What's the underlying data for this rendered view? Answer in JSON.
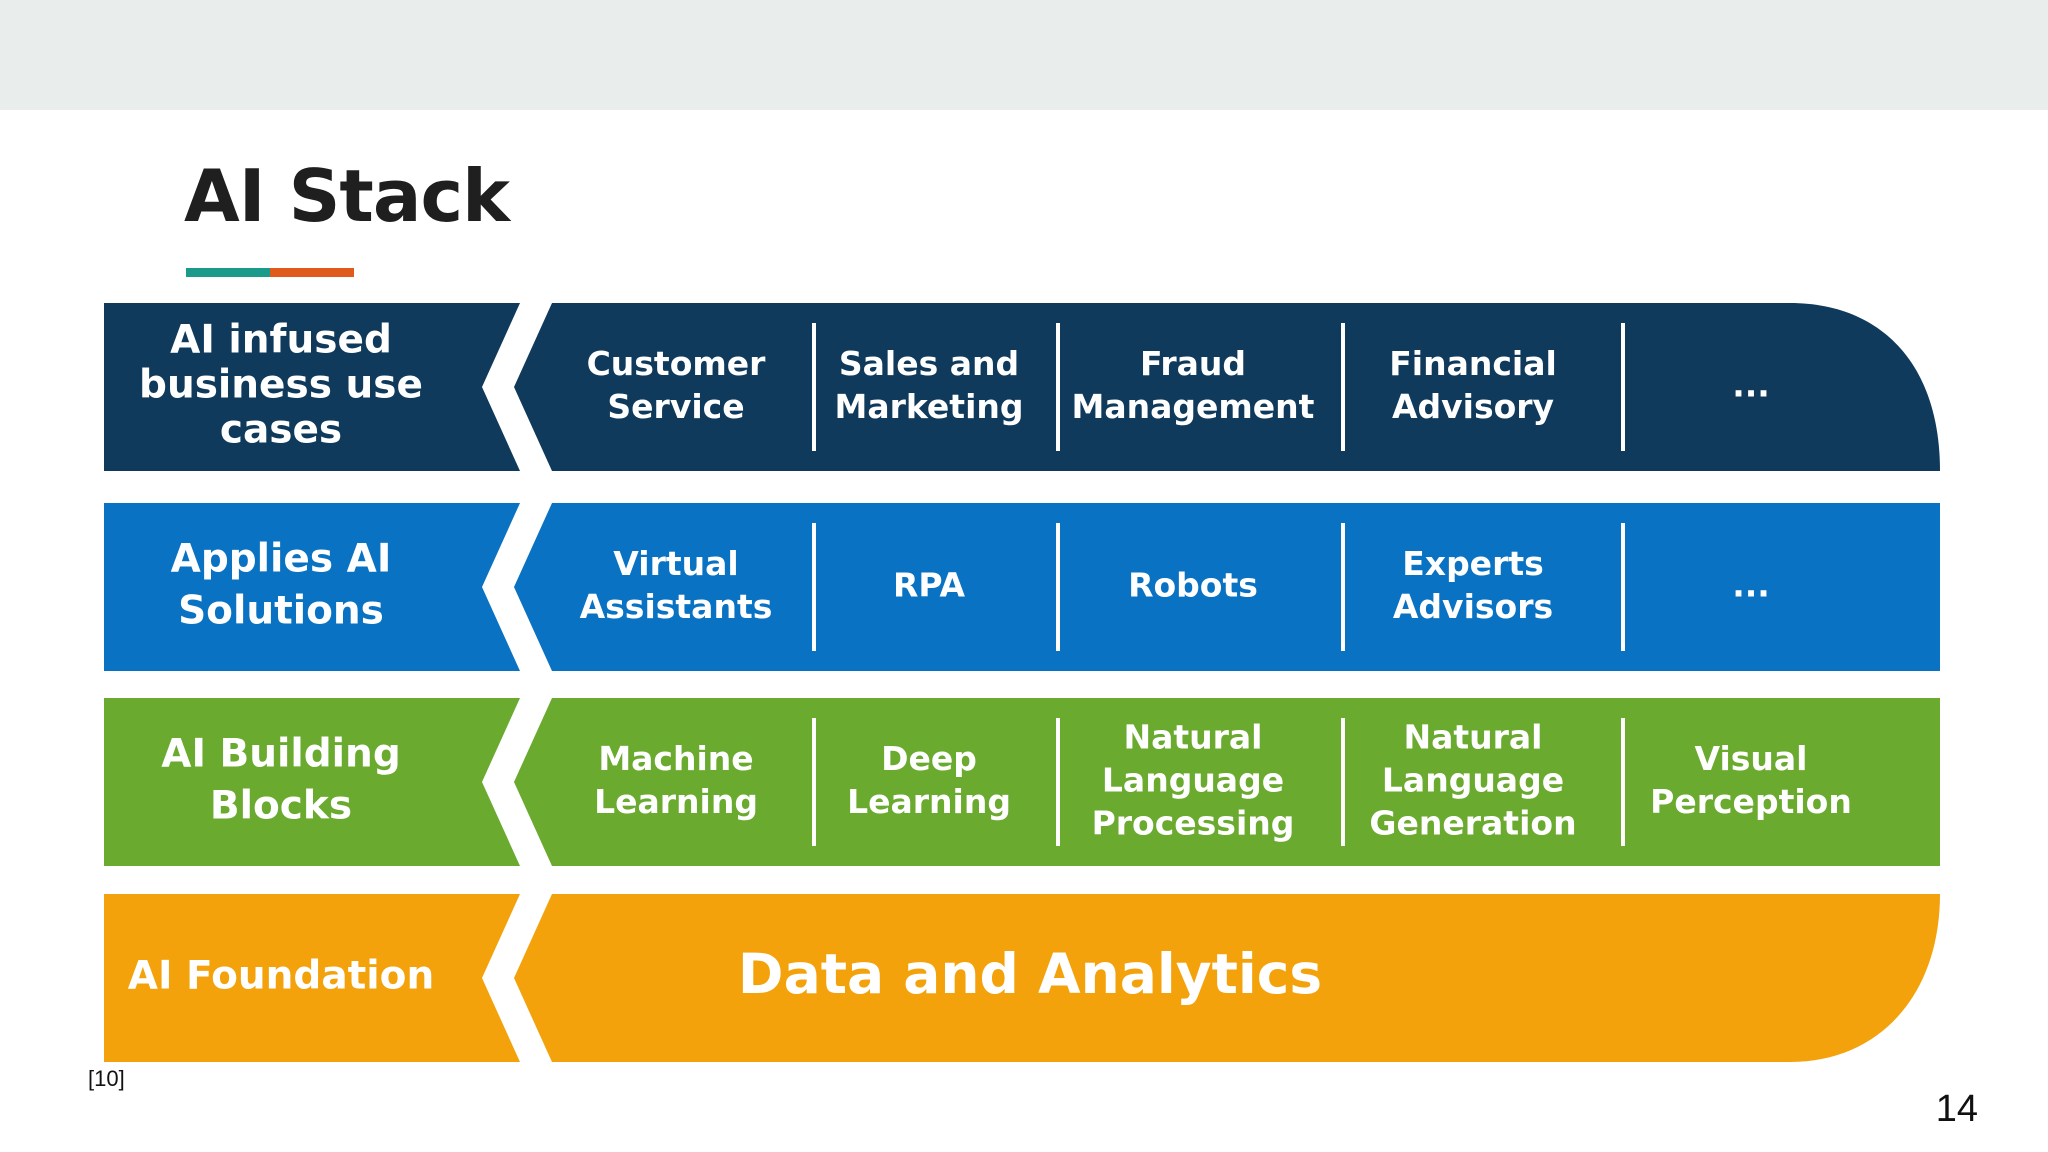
{
  "slide": {
    "title": "AI Stack",
    "footnote": "[10]",
    "page_number": "14",
    "accent_colors": [
      "#1a9a8a",
      "#e05a1c"
    ]
  },
  "diagram": {
    "layers": [
      {
        "label": [
          "AI infused",
          "business use",
          "cases"
        ],
        "color": "#0f3a5c",
        "cells": [
          [
            "Customer",
            "Service"
          ],
          [
            "Sales and",
            "Marketing"
          ],
          [
            "Fraud",
            "Management"
          ],
          [
            "Financial",
            "Advisory"
          ],
          [
            "..."
          ]
        ]
      },
      {
        "label": [
          "Applies AI",
          "Solutions"
        ],
        "color": "#0a72c2",
        "cells": [
          [
            "Virtual",
            "Assistants"
          ],
          [
            "RPA"
          ],
          [
            "Robots"
          ],
          [
            "Experts",
            "Advisors"
          ],
          [
            "..."
          ]
        ]
      },
      {
        "label": [
          "AI Building",
          "Blocks"
        ],
        "color": "#6aaa2e",
        "cells": [
          [
            "Machine",
            "Learning"
          ],
          [
            "Deep",
            "Learning"
          ],
          [
            "Natural",
            "Language",
            "Processing"
          ],
          [
            "Natural",
            "Language",
            "Generation"
          ],
          [
            "Visual",
            "Perception"
          ]
        ]
      },
      {
        "label": [
          "AI Foundation"
        ],
        "color": "#f3a20b",
        "cells": [],
        "content": "Data and Analytics"
      }
    ]
  }
}
